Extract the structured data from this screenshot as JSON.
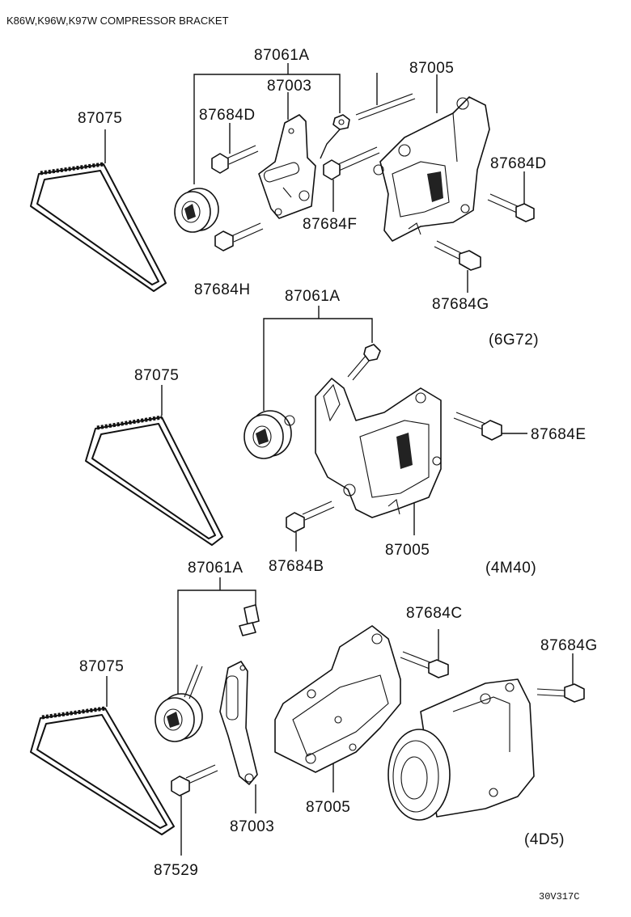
{
  "header": {
    "title": "K86W,K96W,K97W COMPRESSOR BRACKET"
  },
  "footer": {
    "code": "30V317C"
  },
  "sections": [
    {
      "engine": "(6G72)",
      "labels": {
        "idler": "87061A",
        "adjuster": "87003",
        "bracket": "87005",
        "belt": "87075",
        "bolt_d_top": "87684D",
        "bolt_d_right": "87684D",
        "bolt_f": "87684F",
        "bolt_g": "87684G",
        "bolt_h": "87684H"
      }
    },
    {
      "engine": "(4M40)",
      "labels": {
        "idler": "87061A",
        "belt": "87075",
        "bolt_e": "87684E",
        "bolt_b": "87684B",
        "bracket": "87005"
      }
    },
    {
      "engine": "(4D5)",
      "labels": {
        "idler": "87061A",
        "belt": "87075",
        "bolt_c": "87684C",
        "bolt_g": "87684G",
        "bracket": "87005",
        "adjuster": "87003",
        "bolt_529": "87529"
      }
    }
  ]
}
